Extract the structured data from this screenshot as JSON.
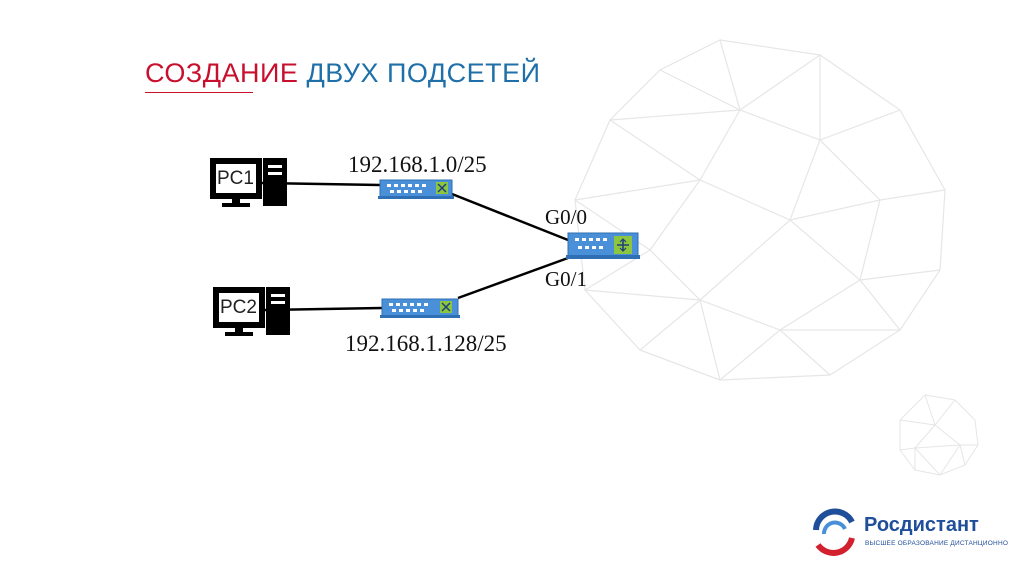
{
  "slide": {
    "title_part1": "СОЗДАНИЕ",
    "title_part2": "ДВУХ ПОДСЕТЕЙ"
  },
  "network": {
    "pc1_label": "PC1",
    "pc2_label": "PC2",
    "subnet1": "192.168.1.0/25",
    "subnet2": "192.168.1.128/25",
    "router_if1": "G0/0",
    "router_if2": "G0/1"
  },
  "logo": {
    "name": "Росдистант",
    "tagline": "ВЫСШЕЕ ОБРАЗОВАНИЕ ДИСТАНЦИОННО"
  },
  "colors": {
    "title_red": "#c8102e",
    "title_blue": "#1f6fa8",
    "device_blue": "#4a90d9",
    "router_green": "#8cc63f",
    "logo_blue": "#1f4e9a",
    "logo_red": "#d3202e"
  },
  "icons": {
    "pc": "desktop-computer-icon",
    "switch": "network-switch-icon",
    "router": "router-icon",
    "logo": "rosdistant-logo-icon"
  }
}
